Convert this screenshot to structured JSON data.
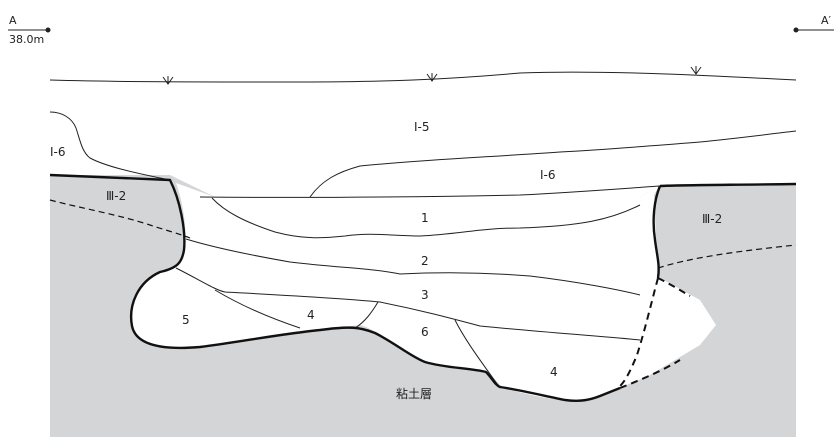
{
  "section": {
    "start_label": "A",
    "end_label": "A′",
    "elevation": "38.0m"
  },
  "layers": {
    "I5": "Ⅰ-5",
    "I6_left": "Ⅰ-6",
    "I6_mid": "Ⅰ-6",
    "III2_left": "Ⅲ-2",
    "III2_right": "Ⅲ-2",
    "f1": "1",
    "f2": "2",
    "f3": "3",
    "f4_left": "4",
    "f4_right": "4",
    "f5": "5",
    "f6": "6",
    "clay": "粘土層"
  },
  "colors": {
    "clay_fill": "#d4d5d7",
    "line": "#222222"
  }
}
